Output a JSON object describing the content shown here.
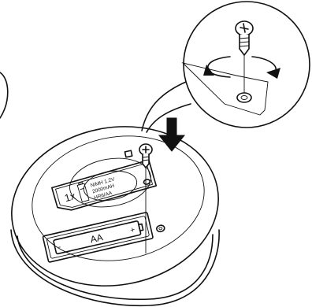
{
  "cover": {
    "quantity": "1x",
    "spec_line1": "NiMH 1.2V",
    "spec_line2": "2000mAH",
    "spec_line3": "HR6/AA"
  },
  "battery": {
    "label": "AA",
    "minus": "-",
    "plus": "+"
  },
  "colors": {
    "ink": "#111111",
    "background": "#ffffff"
  },
  "icons": [
    "arrow-down-icon",
    "rotate-arrow-icon",
    "screw-icon"
  ]
}
